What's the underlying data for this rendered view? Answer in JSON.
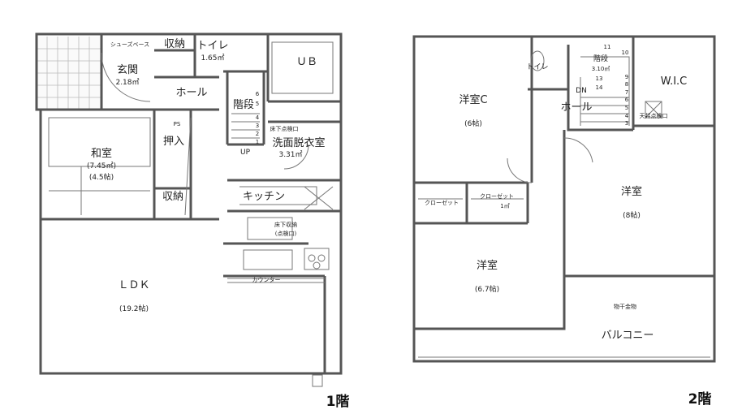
{
  "floor1": {
    "title": "1階",
    "rooms": {
      "entrance": "玄関",
      "entrance_area": "2.18㎡",
      "shoebox": "シューズベース",
      "storage_top": "収納",
      "toilet": "トイレ",
      "toilet_area": "1.65㎡",
      "bath": "ＵＢ",
      "hall": "ホール",
      "stairs": "階段",
      "stair_steps": [
        "1",
        "2",
        "3",
        "4",
        "5",
        "6"
      ],
      "up": "UP",
      "floor_inspection": "床下点検口",
      "washroom": "洗面脱衣室",
      "washroom_area": "3.31㎡",
      "ps": "PS",
      "closet": "押入",
      "washitsu": "和室",
      "washitsu_area": "(7.45㎡)",
      "washitsu_tatami": "(4.5帖)",
      "storage_bottom": "収納",
      "kitchen": "キッチン",
      "underfloor_storage_1": "床下収納",
      "underfloor_storage_2": "(点検口)",
      "counter": "カウンター",
      "ldk": "ＬＤＫ",
      "ldk_tatami": "(19.2帖)"
    }
  },
  "floor2": {
    "title": "2階",
    "rooms": {
      "toilet": "トイレ",
      "stairs": "階段",
      "stairs_area": "3.10㎡",
      "stair_steps": [
        "3",
        "4",
        "5",
        "6",
        "7",
        "8",
        "9",
        "10",
        "11",
        "13",
        "14"
      ],
      "dn": "DN",
      "wic": "W.I.C",
      "attic_hatch": "天井点検口",
      "room_c": "洋室C",
      "room_c_tatami": "(6帖)",
      "hall": "ホール",
      "closet_1": "クローゼット",
      "closet_2": "クローゼット",
      "closet_2_area": "1㎡",
      "room_8": "洋室",
      "room_8_tatami": "(8帖)",
      "room_67": "洋室",
      "room_67_tatami": "(6.7帖)",
      "laundry_hardware": "物干金物",
      "balcony": "バルコニー"
    }
  }
}
